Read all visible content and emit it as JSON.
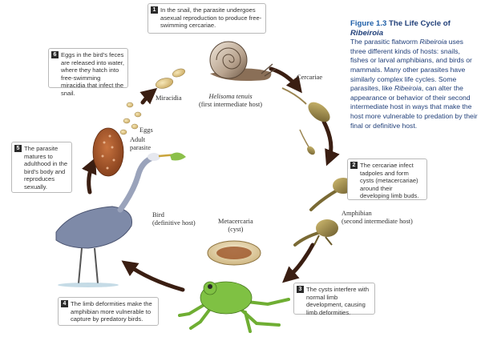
{
  "caption": {
    "figure_label": "Figure 1.3",
    "title_text": "The Life Cycle of",
    "title_species": "Ribeiroia",
    "body_before": "The parasitic flatworm",
    "body_species": "Ribeiroia",
    "body_middle": "uses three different kinds of hosts: snails, fishes or larval amphibians, and birds or mammals. Many other parasites have similarly complex life cycles. Some parasites, like",
    "body_species2": "Ribeiroia",
    "body_after": ", can alter the appearance or behavior of their second intermediate host in ways that make the host more vulnerable to predation by their final or definitive host."
  },
  "steps": [
    {
      "number": "1",
      "text": "In the snail, the parasite undergoes asexual reproduction to produce free-swimming cercariae."
    },
    {
      "number": "2",
      "text": "The cercariae infect tadpoles and form cysts (metacercariae) around their developing limb buds."
    },
    {
      "number": "3",
      "text": "The cysts interfere with normal limb development, causing limb deformities."
    },
    {
      "number": "4",
      "text": "The limb deformities make the amphibian more vulnerable to capture by predatory birds."
    },
    {
      "number": "5",
      "text": "The parasite matures to adulthood in the bird's body and reproduces sexually."
    },
    {
      "number": "6",
      "text": "Eggs in the bird's feces are released into water, where they hatch into free-swimming miracidia that infect the snail."
    }
  ],
  "labels": {
    "snail_name": "Helisoma tenuis",
    "snail_role": "(first intermediate host)",
    "cercariae": "Cercariae",
    "miracidia": "Miracidia",
    "eggs": "Eggs",
    "adult_1": "Adult",
    "adult_2": "parasite",
    "amphibian_1": "Amphibian",
    "amphibian_2": "(second intermediate host)",
    "metacercaria_1": "Metacercaria",
    "metacercaria_2": "(cyst)",
    "bird_1": "Bird",
    "bird_2": "(definitive host)"
  },
  "colors": {
    "arrow": "#3a1e12",
    "parasite_body": "#a9572c",
    "cyst": "#d8c49a",
    "frog_green": "#7fc143",
    "heron_blue": "#7e8aa8",
    "caption_text": "#1f3e78"
  }
}
